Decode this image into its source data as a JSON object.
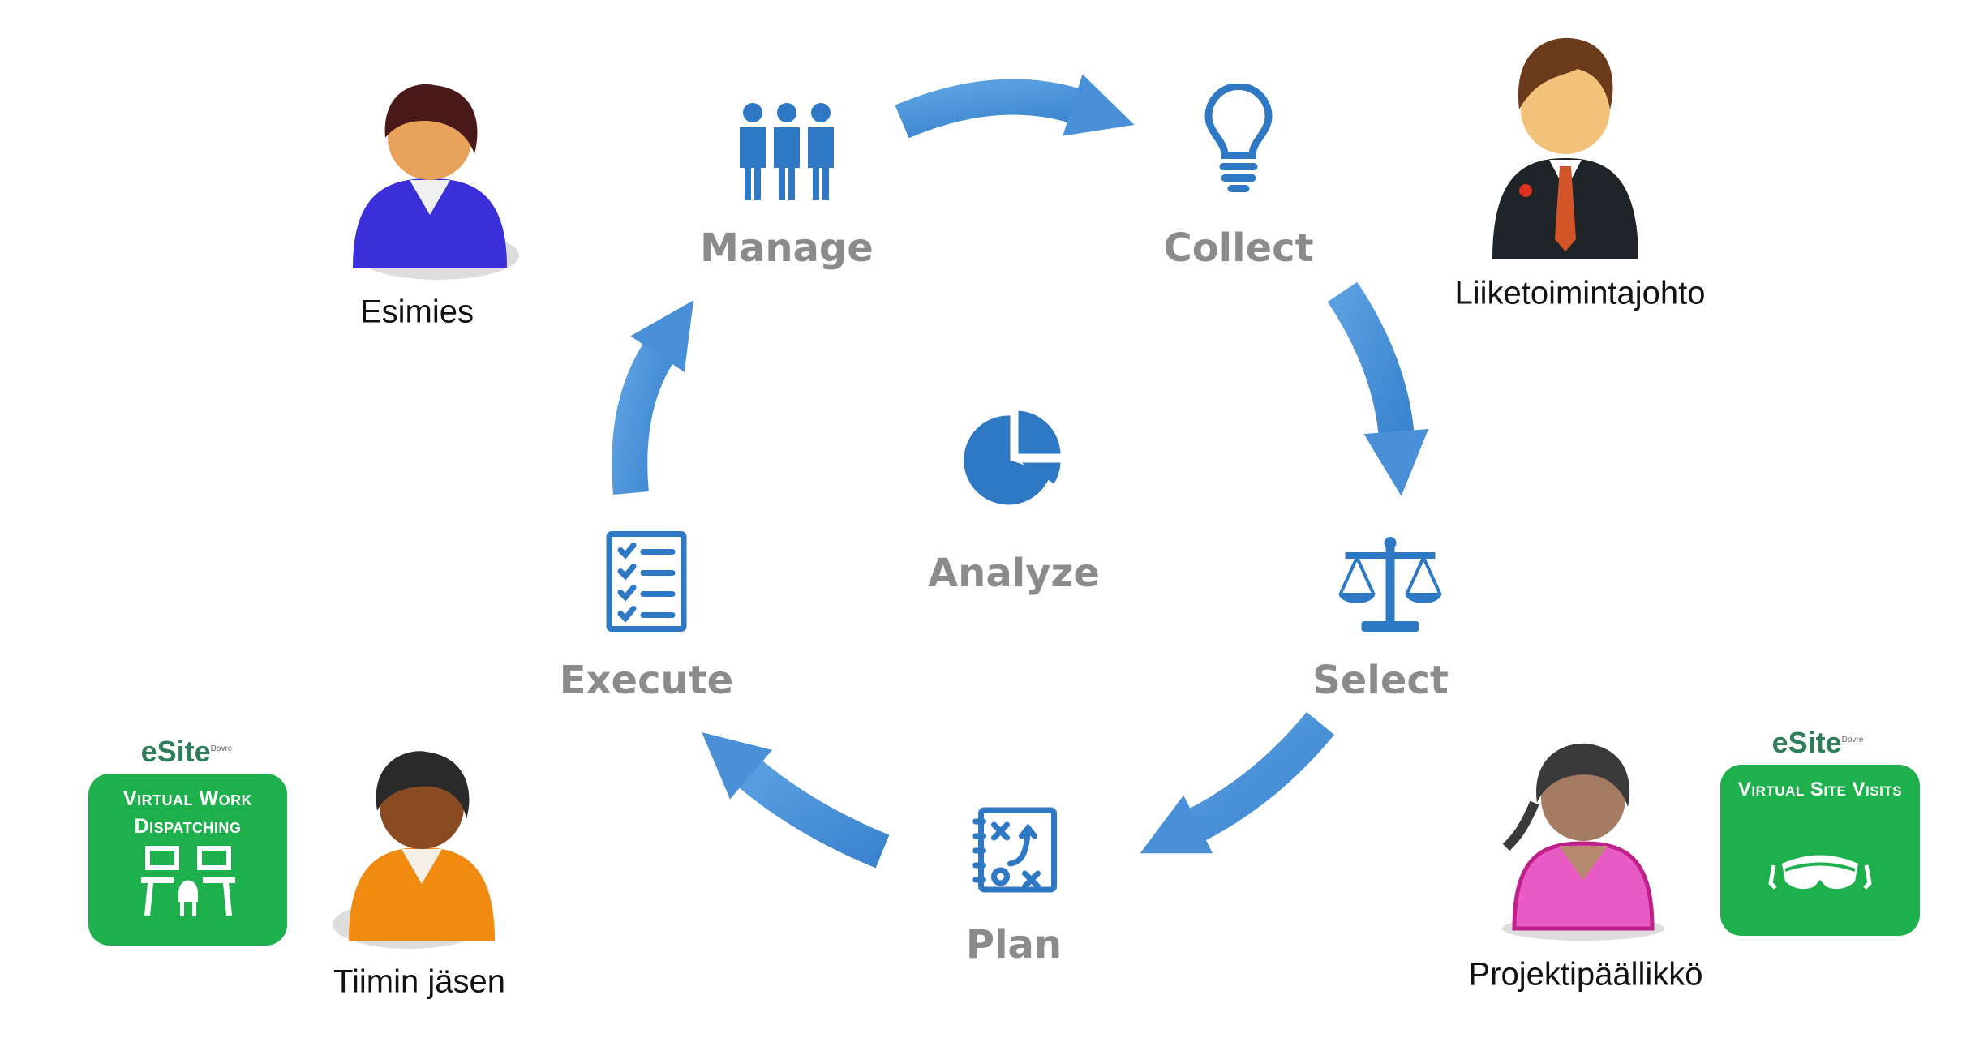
{
  "cycle": {
    "stages": [
      {
        "id": "manage",
        "label": "Manage",
        "icon": "team-icon"
      },
      {
        "id": "collect",
        "label": "Collect",
        "icon": "lightbulb-icon"
      },
      {
        "id": "select",
        "label": "Select",
        "icon": "scale-icon"
      },
      {
        "id": "plan",
        "label": "Plan",
        "icon": "strategy-icon"
      },
      {
        "id": "execute",
        "label": "Execute",
        "icon": "checklist-icon"
      }
    ],
    "center": {
      "label": "Analyze",
      "icon": "pie-chart-icon"
    }
  },
  "roles": [
    {
      "label": "Esimies"
    },
    {
      "label": "Liiketoimintajohto"
    },
    {
      "label": "Tiimin jäsen"
    },
    {
      "label": "Projektipäällikkö"
    }
  ],
  "badges": [
    {
      "brand": "eSite",
      "brand_sub": "Dovre",
      "title": "Virtual Work Dispatching",
      "icon": "workstation-icon"
    },
    {
      "brand": "eSite",
      "brand_sub": "Dovre",
      "title": "Virtual Site Visits",
      "icon": "vr-headset-icon"
    }
  ],
  "colors": {
    "accent": "#2f78c4",
    "arrow": "#4a90d9",
    "label": "#8b8b8b",
    "badge": "#1fb04e"
  }
}
